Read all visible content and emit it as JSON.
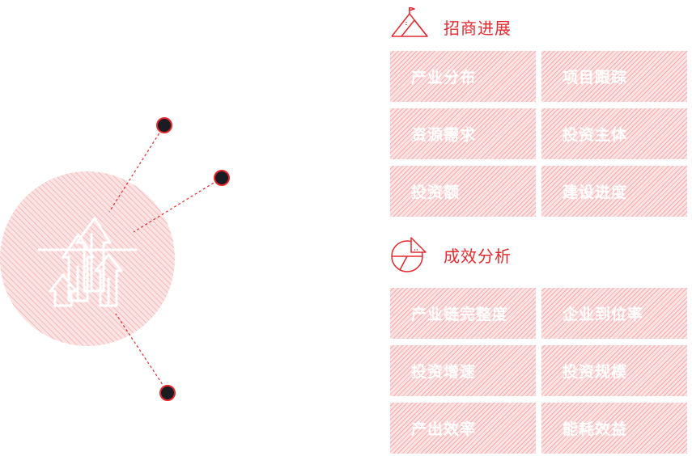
{
  "colors": {
    "accent": "#e6282e",
    "tile_fill": "#fde3e3",
    "dot": "#1b1b22",
    "tile_text": "#ffffff"
  },
  "graphic": {
    "icon": "city-buildings-icon",
    "dot_count": 3
  },
  "sections": [
    {
      "title": "招商进展",
      "icon": "mountain-flag-icon",
      "items": [
        {
          "label": "产业分布"
        },
        {
          "label": "项目跟踪"
        },
        {
          "label": "资源需求"
        },
        {
          "label": "投资主体"
        },
        {
          "label": "投资额"
        },
        {
          "label": "建设进度"
        }
      ]
    },
    {
      "title": "成效分析",
      "icon": "pie-chart-icon",
      "items": [
        {
          "label": "产业链完整度"
        },
        {
          "label": "企业到位率"
        },
        {
          "label": "投资增速"
        },
        {
          "label": "投资规模"
        },
        {
          "label": "产出效率"
        },
        {
          "label": "能耗效益"
        }
      ]
    }
  ]
}
